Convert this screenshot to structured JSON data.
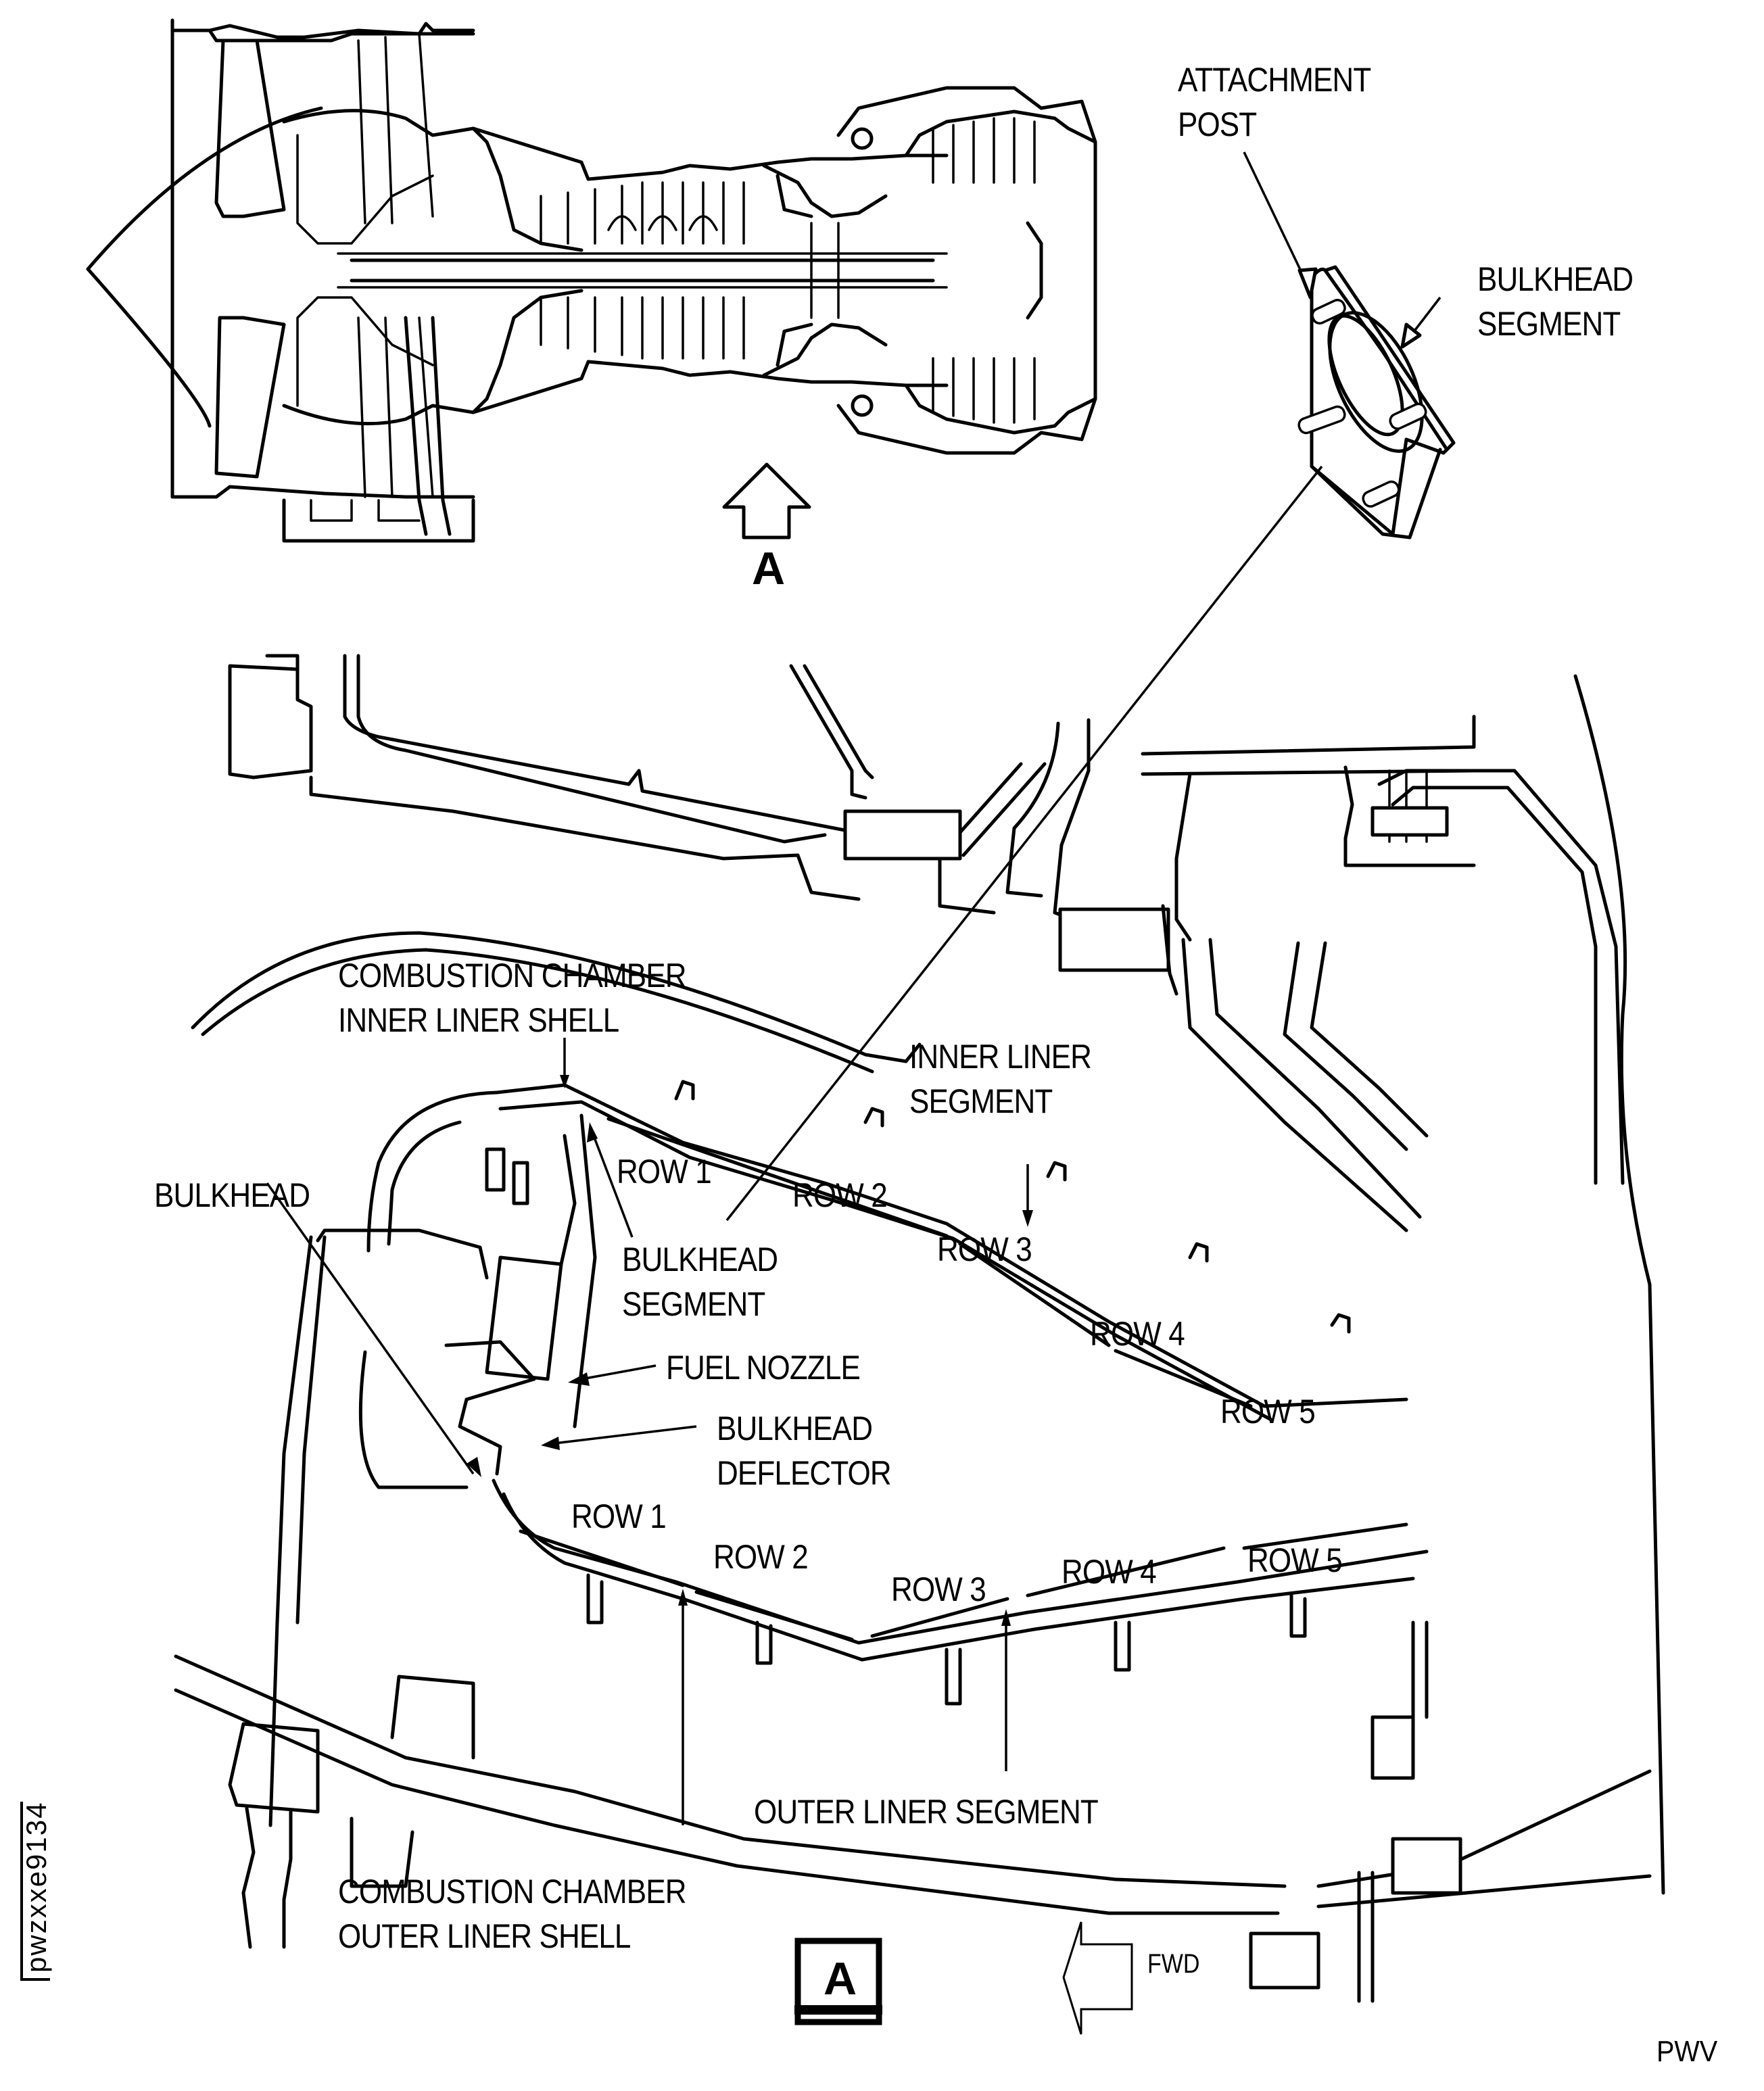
{
  "figure": {
    "id_code": "pwzxxe9134",
    "source_mark": "PWV",
    "view_marker": "A",
    "direction_label": "FWD"
  },
  "engine_overview": {
    "view_arrow_label": "A"
  },
  "detail_inset": {
    "labels": {
      "attachment_post": [
        "ATTACHMENT",
        "POST"
      ],
      "bulkhead_segment": [
        "BULKHEAD",
        "SEGMENT"
      ]
    }
  },
  "section_view": {
    "labels": {
      "inner_liner_shell": [
        "COMBUSTION CHAMBER",
        "INNER LINER SHELL"
      ],
      "inner_liner_segment": [
        "INNER LINER",
        "SEGMENT"
      ],
      "bulkhead": "BULKHEAD",
      "bulkhead_segment": [
        "BULKHEAD",
        "SEGMENT"
      ],
      "fuel_nozzle": "FUEL NOZZLE",
      "bulkhead_deflector": [
        "BULKHEAD",
        "DEFLECTOR"
      ],
      "outer_liner_segment": "OUTER LINER SEGMENT",
      "outer_liner_shell": [
        "COMBUSTION CHAMBER",
        "OUTER LINER SHELL"
      ]
    },
    "inner_rows": [
      "ROW 1",
      "ROW 2",
      "ROW 3",
      "ROW 4",
      "ROW 5"
    ],
    "outer_rows": [
      "ROW 1",
      "ROW 2",
      "ROW 3",
      "ROW 4",
      "ROW 5"
    ]
  }
}
